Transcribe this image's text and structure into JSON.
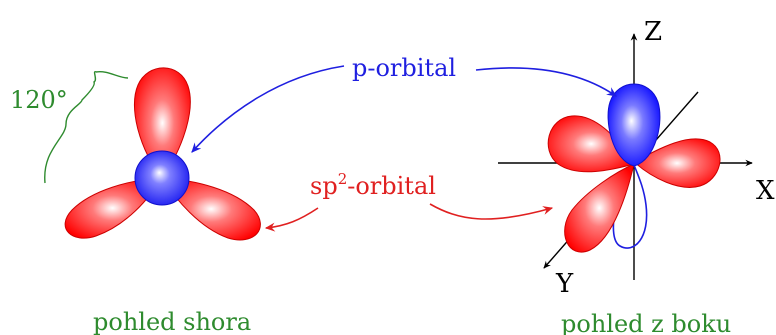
{
  "labels": {
    "angle": "120°",
    "p_orbital": "p-orbital",
    "sp2_base": "sp",
    "sp2_sup": "2",
    "sp2_rest": "-orbital",
    "top_view": "pohled shora",
    "side_view": "pohled z boku",
    "axis_z": "Z",
    "axis_x": "X",
    "axis_y": "Y"
  },
  "colors": {
    "green": "#2e8b2e",
    "blue": "#1f1fe0",
    "red": "#e02020",
    "orbital_red": "#ff0000",
    "orbital_blue": "#0000ff"
  }
}
